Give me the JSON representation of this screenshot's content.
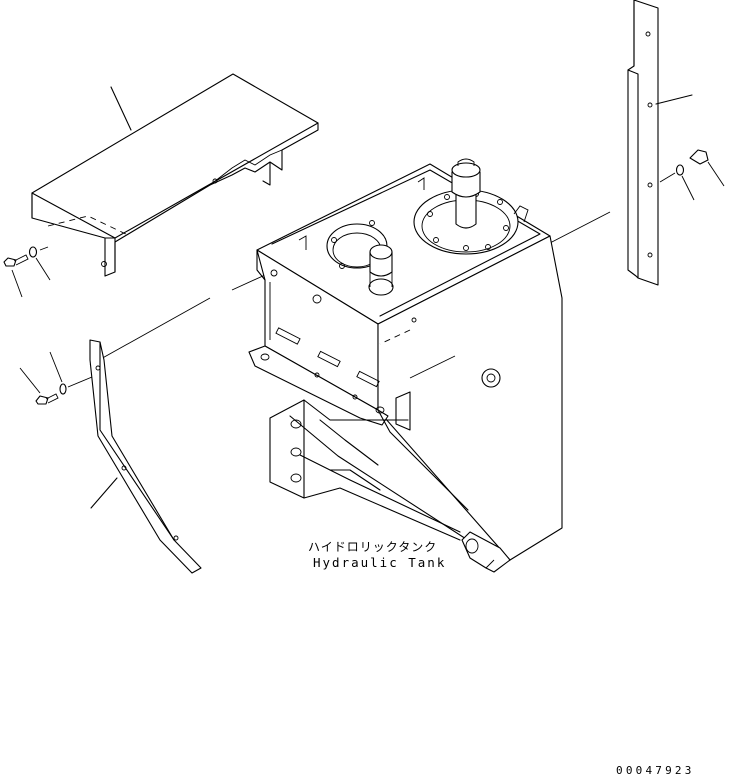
{
  "part_label": {
    "japanese": "ハイドロリックタンク",
    "english": "Hydraulic Tank"
  },
  "drawing_number": "00047923"
}
